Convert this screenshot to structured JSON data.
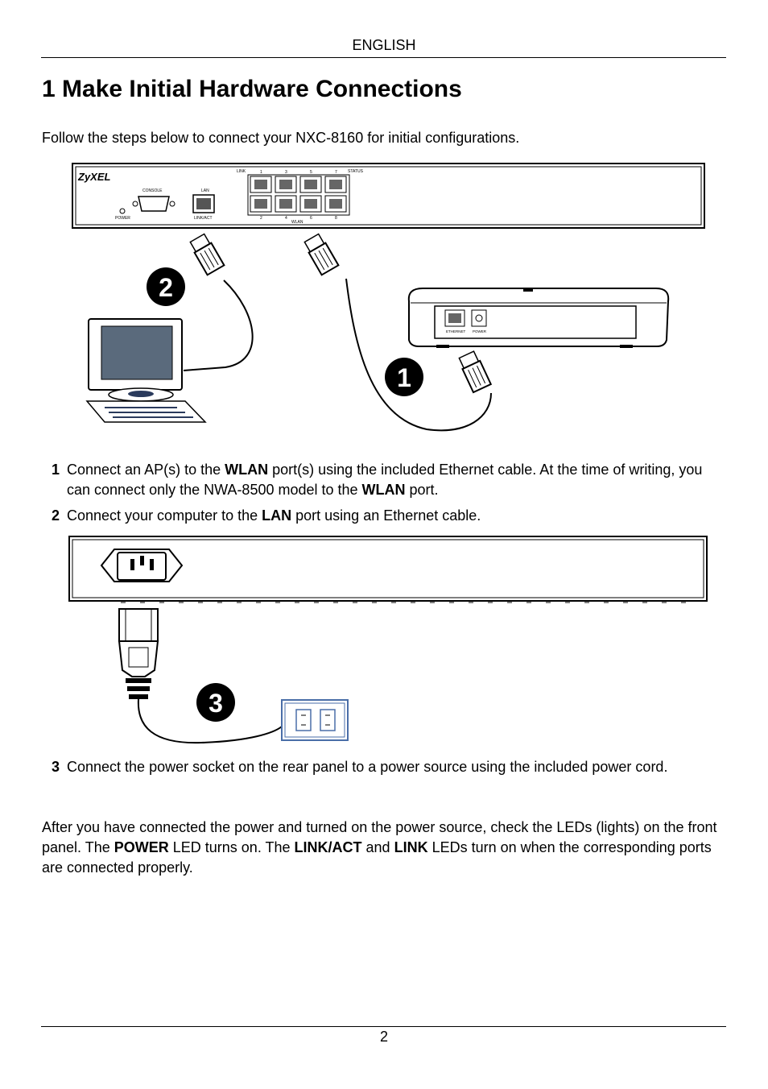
{
  "header": {
    "label": "ENGLISH"
  },
  "title": "1 Make Initial Hardware Connections",
  "intro": "Follow the steps below to connect your NXC-8160 for initial configurations.",
  "figure1": {
    "brand": "ZyXEL",
    "console": "CONSOLE",
    "power": "POWER",
    "lan": "LAN",
    "link_act": "LINK/ACT",
    "link": "LINK",
    "status": "STATUS",
    "wlan": "WLAN",
    "port_top": [
      "1",
      "3",
      "5",
      "7"
    ],
    "port_bottom": [
      "2",
      "4",
      "6",
      "8"
    ],
    "ap_ethernet": "ETHERNET",
    "ap_power": "POWER",
    "callout_a": "2",
    "callout_b": "1"
  },
  "steps": [
    {
      "num": "1",
      "p1": "Connect an AP(s) to the ",
      "b1": "WLAN",
      "p2": " port(s) using the included Ethernet cable. At the time of writing, you can connect only the NWA-8500 model to the ",
      "b2": "WLAN",
      "p3": " port."
    },
    {
      "num": "2",
      "p1": "Connect your computer to the ",
      "b1": "LAN",
      "p2": " port using an Ethernet cable."
    },
    {
      "num": "3",
      "p1": "Connect the power socket on the rear panel to a power source using the included power cord."
    }
  ],
  "figure2": {
    "callout": "3"
  },
  "closing": {
    "p1": "After you have connected the power and turned on the power source, check the LEDs (lights) on the front panel. The ",
    "b1": "POWER",
    "p2": " LED turns on. The ",
    "b2": "LINK/ACT",
    "p3": " and ",
    "b3": "LINK",
    "p4": " LEDs turn on when the corresponding ports are connected properly."
  },
  "footer": {
    "page_number": "2"
  }
}
